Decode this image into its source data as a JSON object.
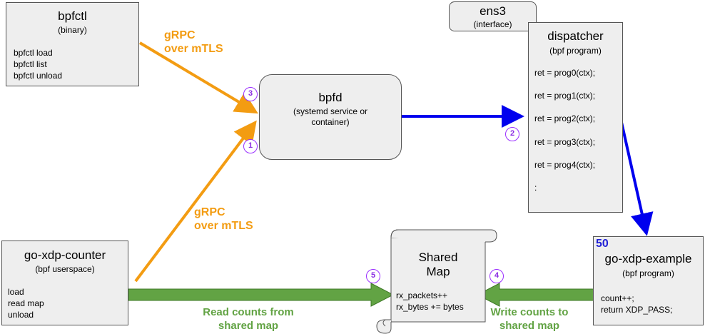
{
  "bpfctl": {
    "title": "bpfctl",
    "subtitle": "(binary)",
    "commands": [
      "bpfctl load",
      "bpfctl list",
      "bpfctl unload"
    ]
  },
  "bpfd": {
    "title": "bpfd",
    "subtitle_line1": "(systemd service or",
    "subtitle_line2": "container)"
  },
  "ens3": {
    "title": "ens3",
    "subtitle": "(interface)"
  },
  "dispatcher": {
    "title": "dispatcher",
    "subtitle": "(bpf program)",
    "lines": [
      "ret = prog0(ctx);",
      "ret = prog1(ctx);",
      "ret = prog2(ctx);",
      "ret = prog3(ctx);",
      "ret = prog4(ctx);",
      ":"
    ]
  },
  "go_xdp_counter": {
    "title": "go-xdp-counter",
    "subtitle": "(bpf userspace)",
    "lines": [
      "load",
      "read map",
      "unload"
    ]
  },
  "shared_map": {
    "title_line1": "Shared",
    "title_line2": "Map",
    "lines": [
      "rx_packets++",
      "rx_bytes += bytes"
    ]
  },
  "go_xdp_example": {
    "badge": "50",
    "title": "go-xdp-example",
    "subtitle": "(bpf program)",
    "lines": [
      "count++;",
      "return XDP_PASS;"
    ]
  },
  "labels": {
    "grpc_top_line1": "gRPC",
    "grpc_top_line2": "over mTLS",
    "grpc_bottom_line1": "gRPC",
    "grpc_bottom_line2": "over mTLS",
    "read_line1": "Read counts from",
    "read_line2": "shared map",
    "write_line1": "Write counts to",
    "write_line2": "shared map"
  },
  "steps": [
    "1",
    "2",
    "3",
    "4",
    "5"
  ],
  "colors": {
    "orange": "#f39c12",
    "blue": "#0000ee",
    "green": "#62a344",
    "purple": "#9b30ff",
    "box_fill": "#eeeeee"
  }
}
